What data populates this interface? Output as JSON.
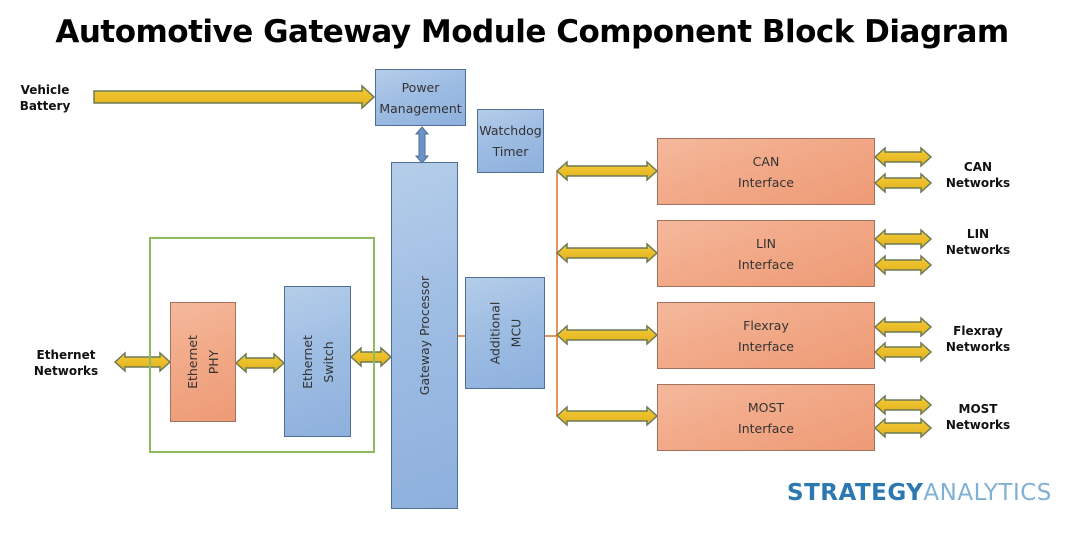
{
  "title": "Automotive Gateway Module Component Block Diagram",
  "external_labels": {
    "vehicle_battery": [
      "Vehicle",
      "Battery"
    ],
    "ethernet_networks": [
      "Ethernet",
      "Networks"
    ],
    "can_networks": [
      "CAN",
      "Networks"
    ],
    "lin_networks": [
      "LIN",
      "Networks"
    ],
    "flexray_networks": [
      "Flexray",
      "Networks"
    ],
    "most_networks": [
      "MOST",
      "Networks"
    ]
  },
  "blocks": {
    "power_management": [
      "Power",
      "Management"
    ],
    "watchdog_timer": [
      "Watchdog",
      "Timer"
    ],
    "gateway_processor": "Gateway Processor",
    "additional_mcu": [
      "Additional",
      "MCU"
    ],
    "ethernet_phy": [
      "Ethernet",
      "PHY"
    ],
    "ethernet_switch": [
      "Ethernet",
      "Switch"
    ],
    "can_interface": [
      "CAN",
      "Interface"
    ],
    "lin_interface": [
      "LIN",
      "Interface"
    ],
    "flexray_interface": [
      "Flexray",
      "Interface"
    ],
    "most_interface": [
      "MOST",
      "Interface"
    ]
  },
  "logo": {
    "part1": "STRATEGY",
    "part2": "ANALYTICS"
  },
  "colors": {
    "processor_blue": "#9ebde3",
    "interface_salmon": "#f1a886",
    "arrow_yellow": "#f0c020",
    "group_green": "#8dbb5e",
    "bus_orange": "#e8935e"
  }
}
